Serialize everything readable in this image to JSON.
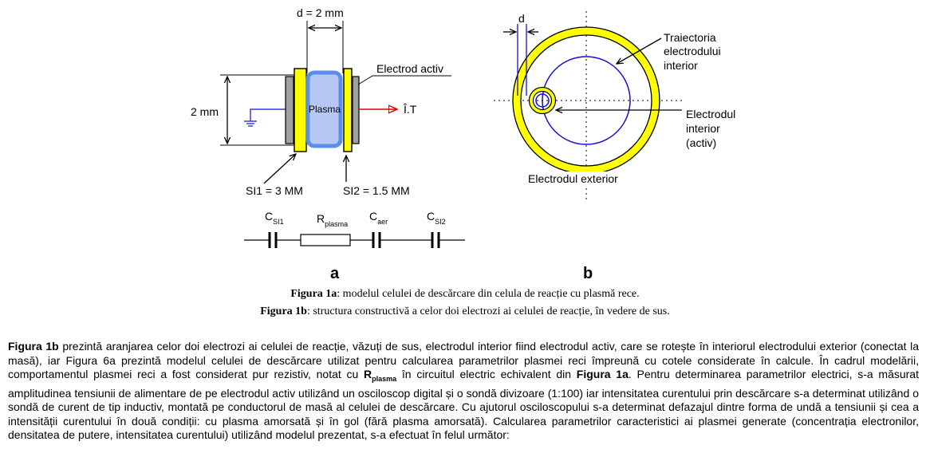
{
  "figure_a": {
    "gap_label": "d = 2 mm",
    "height_label": "2 mm",
    "active_electrode_label": "Electrod activ",
    "plasma_label": "Plasma",
    "output_label": "Î.T",
    "si1_label": "SI1 = 3 MM",
    "si2_label": "SI2 = 1.5 MM",
    "panel_letter": "a",
    "circuit": {
      "c1": {
        "main": "C",
        "sub": "SI1"
      },
      "r": {
        "main": "R",
        "sub": "plasma"
      },
      "c2": {
        "main": "C",
        "sub": "aer"
      },
      "c3": {
        "main": "C",
        "sub": "SI2"
      }
    }
  },
  "figure_b": {
    "d_label": "d",
    "trajectory_label": [
      "Traiectoria",
      "electrodului",
      "interior"
    ],
    "inner_electrode_label": [
      "Electrodul",
      "interior",
      "(activ)"
    ],
    "outer_electrode_label": "Electrodul exterior",
    "panel_letter": "b"
  },
  "captions": {
    "a_bold": "Figura 1a",
    "a_text": ": modelul celulei de descărcare din celula de reacție cu plasmă rece.",
    "b_bold": "Figura 1b",
    "b_text": ": structura constructivă a celor doi electrozi ai celulei de reacție, în vedere de sus."
  },
  "paragraph": {
    "p1_bold": "Figura 1b",
    "p1": " prezintă aranjarea celor doi electrozi ai celulei de reacție, văzuți de sus, electrodul interior fiind electrodul activ, care se rotește în interiorul electrodului exterior (conectat la masă), iar Figura 6a prezintă modelul celulei de descărcare utilizat pentru calcularea parametrilor plasmei reci împreună cu cotele considerate în calcule. În cadrul modelării, comportamentul plasmei reci a fost considerat pur rezistiv, notat cu ",
    "r_main": "R",
    "r_sub": "plasma",
    "p2": " în circuitul electric echivalent din ",
    "p2_bold": "Figura 1a",
    "p3": ". Pentru determinarea parametrilor electrici, s-a măsurat amplitudinea tensiunii de alimentare de pe electrodul activ utilizând un osciloscop digital și o sondă divizoare (1:100) iar intensitatea curentului prin descărcare s-a determinat utilizând o sondă de curent de tip inductiv, montată pe conductorul de masă al celulei de descărcare. Cu ajutorul osciloscopului s-a determinat defazajul dintre forma de undă a tensiunii și cea a intensității curentului în două condiții: cu plasma amorsată și în gol (fără plasma amorsată). Calcularea parametrilor caracteristici ai plasmei generate (concentrația electronilor, densitatea de putere, intensitatea curentului) utilizând modelul prezentat, s-a efectuat în felul următor:"
  },
  "colors": {
    "yellow": "#ffff00",
    "blue": "#1111cc",
    "plasma_fill": "#b8c8f4",
    "plasma_border": "#5b8ee6",
    "gray": "#a0a0a0",
    "red": "#dd0000"
  }
}
